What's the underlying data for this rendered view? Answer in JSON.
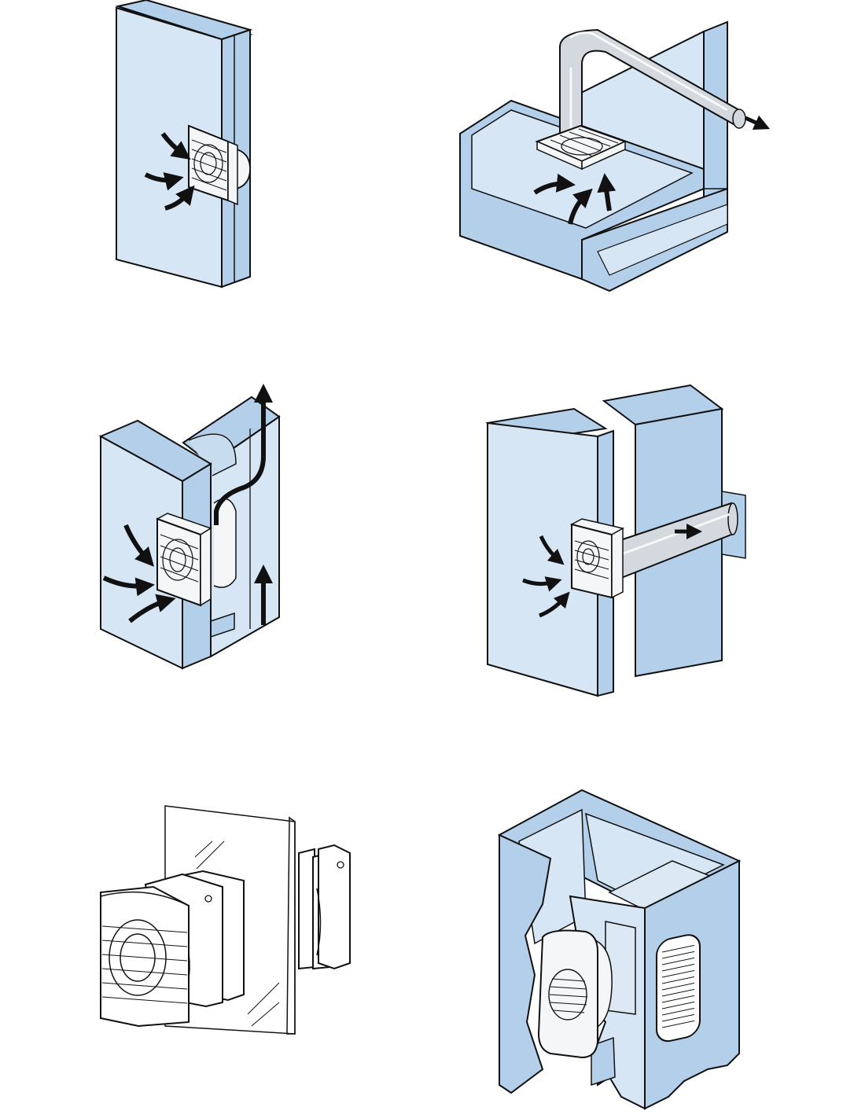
{
  "diagram": {
    "colors": {
      "wall_face": "#d7e6f5",
      "wall_side": "#b3cfea",
      "wall_dark": "#9fbfdf",
      "fan_body": "#f4f6f8",
      "duct": "#d4d9df",
      "ink": "#111111"
    },
    "panels": [
      {
        "key": "wall-mount",
        "icons": [
          "fan-icon",
          "wall-icon",
          "airflow-arrow-icon"
        ]
      },
      {
        "key": "ceiling-duct",
        "icons": [
          "fan-icon",
          "duct-icon",
          "airflow-arrow-icon"
        ]
      },
      {
        "key": "shaft-mount",
        "icons": [
          "fan-icon",
          "wall-icon",
          "airflow-arrow-icon"
        ]
      },
      {
        "key": "through-wall-duct",
        "icons": [
          "fan-icon",
          "duct-icon",
          "airflow-arrow-icon"
        ]
      },
      {
        "key": "window-mount",
        "icons": [
          "fan-icon",
          "glass-pane-icon",
          "spacer-frame-icon"
        ]
      },
      {
        "key": "cutaway-shaft",
        "icons": [
          "fan-icon",
          "grille-icon",
          "shaft-icon"
        ]
      }
    ]
  }
}
